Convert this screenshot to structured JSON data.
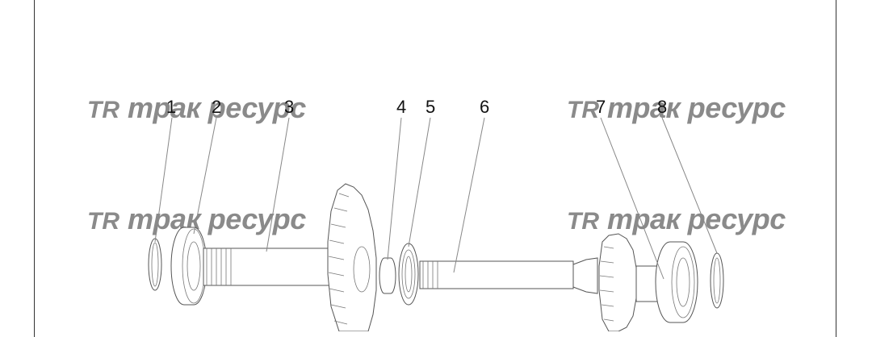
{
  "callouts": [
    {
      "id": "1",
      "label": "1"
    },
    {
      "id": "2",
      "label": "2"
    },
    {
      "id": "3",
      "label": "3"
    },
    {
      "id": "4",
      "label": "4"
    },
    {
      "id": "5",
      "label": "5"
    },
    {
      "id": "6",
      "label": "6"
    },
    {
      "id": "7",
      "label": "7"
    },
    {
      "id": "8",
      "label": "8"
    }
  ],
  "watermark": {
    "text": "трак ресурс",
    "logo": "TR-logo-icon",
    "color": "#8a8a8a"
  }
}
